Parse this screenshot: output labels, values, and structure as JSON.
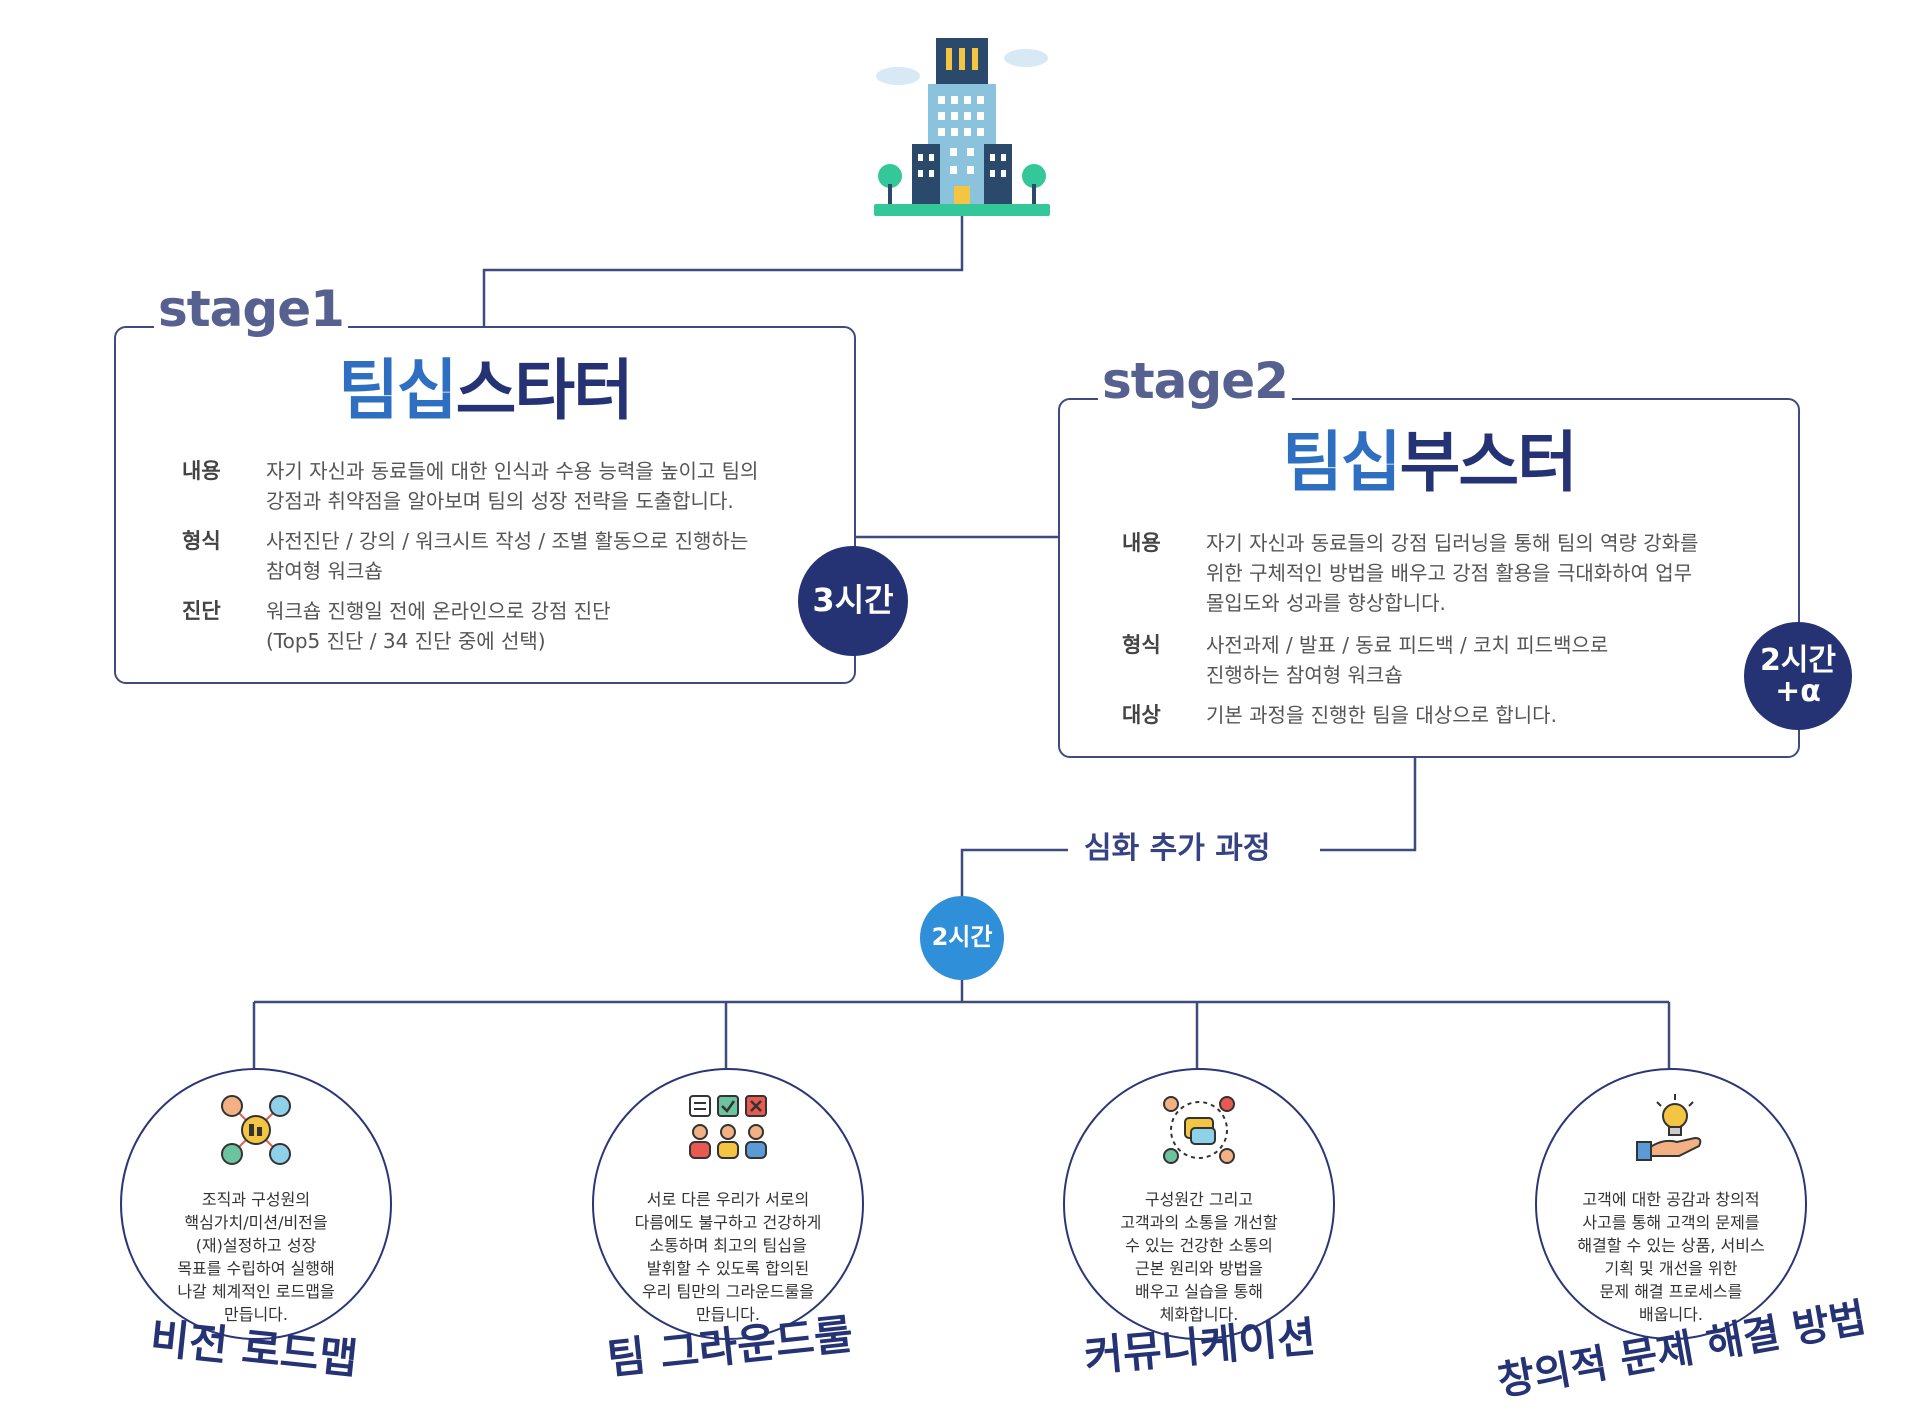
{
  "stage1": {
    "label": "stage1",
    "title_a": "팀십",
    "title_b": "스타터",
    "rows": [
      {
        "key": "내용",
        "value": "자기 자신과 동료들에 대한 인식과 수용 능력을 높이고 팀의\n강점과 취약점을 알아보며 팀의 성장 전략을 도출합니다."
      },
      {
        "key": "형식",
        "value": "사전진단 / 강의 / 워크시트 작성 / 조별 활동으로 진행하는\n참여형 워크숍"
      },
      {
        "key": "진단",
        "value": "워크숍 진행일 전에 온라인으로 강점 진단\n(Top5 진단 / 34 진단 중에 선택)"
      }
    ],
    "duration": "3시간"
  },
  "stage2": {
    "label": "stage2",
    "title_a": "팀십",
    "title_b": "부스터",
    "rows": [
      {
        "key": "내용",
        "value": "자기 자신과 동료들의 강점 딥러닝을 통해 팀의 역량 강화를\n위한 구체적인 방법을 배우고 강점 활용을 극대화하여 업무\n몰입도와 성과를 향상합니다."
      },
      {
        "key": "형식",
        "value": "사전과제 / 발표 / 동료 피드백 / 코치 피드백으로\n진행하는 참여형 워크숍"
      },
      {
        "key": "대상",
        "value": "기본 과정을 진행한 팀을 대상으로 합니다."
      }
    ],
    "duration": "2시간\n+α"
  },
  "advanced": {
    "label": "심화 추가 과정",
    "duration": "2시간",
    "modules": [
      {
        "icon": "vision-network-icon",
        "desc": "조직과 구성원의\n핵심가치/미션/비전을\n(재)설정하고 성장\n목표를 수립하여 실행해\n나갈 체계적인 로드맵을\n만듭니다.",
        "title": "비전 로드맵"
      },
      {
        "icon": "team-checklist-icon",
        "desc": "서로 다른 우리가 서로의\n다름에도 불구하고 건강하게\n소통하며 최고의 팀십을\n발휘할 수 있도록 합의된\n우리 팀만의 그라운드룰을\n만듭니다.",
        "title": "팀 그라운드룰"
      },
      {
        "icon": "communication-icon",
        "desc": "구성원간 그리고\n고객과의 소통을 개선할\n수 있는 건강한 소통의\n근본 원리와 방법을\n배우고 실습을 통해\n체화합니다.",
        "title": "커뮤니케이션"
      },
      {
        "icon": "idea-hand-icon",
        "desc": "고객에 대한 공감과 창의적\n사고를 통해 고객의 문제를\n해결할 수 있는 상품, 서비스\n기획 및 개선을 위한\n문제 해결 프로세스를\n배웁니다.",
        "title": "창의적 문제 해결 방법"
      }
    ]
  },
  "colors": {
    "navy": "#253374",
    "blue": "#2e6fc2",
    "sky": "#2f8fd8",
    "line": "#3f4a80"
  }
}
